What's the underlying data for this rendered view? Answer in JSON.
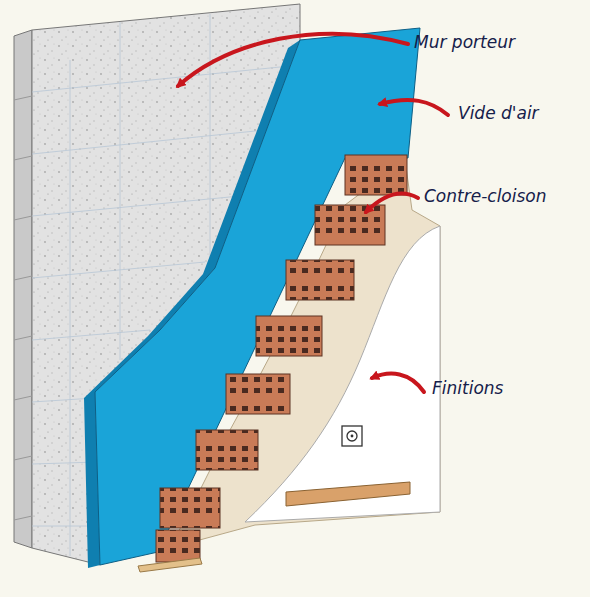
{
  "diagram": {
    "labels": [
      "Mur porteur",
      "Vide d'air",
      "Contre-cloison",
      "Finitions"
    ]
  }
}
